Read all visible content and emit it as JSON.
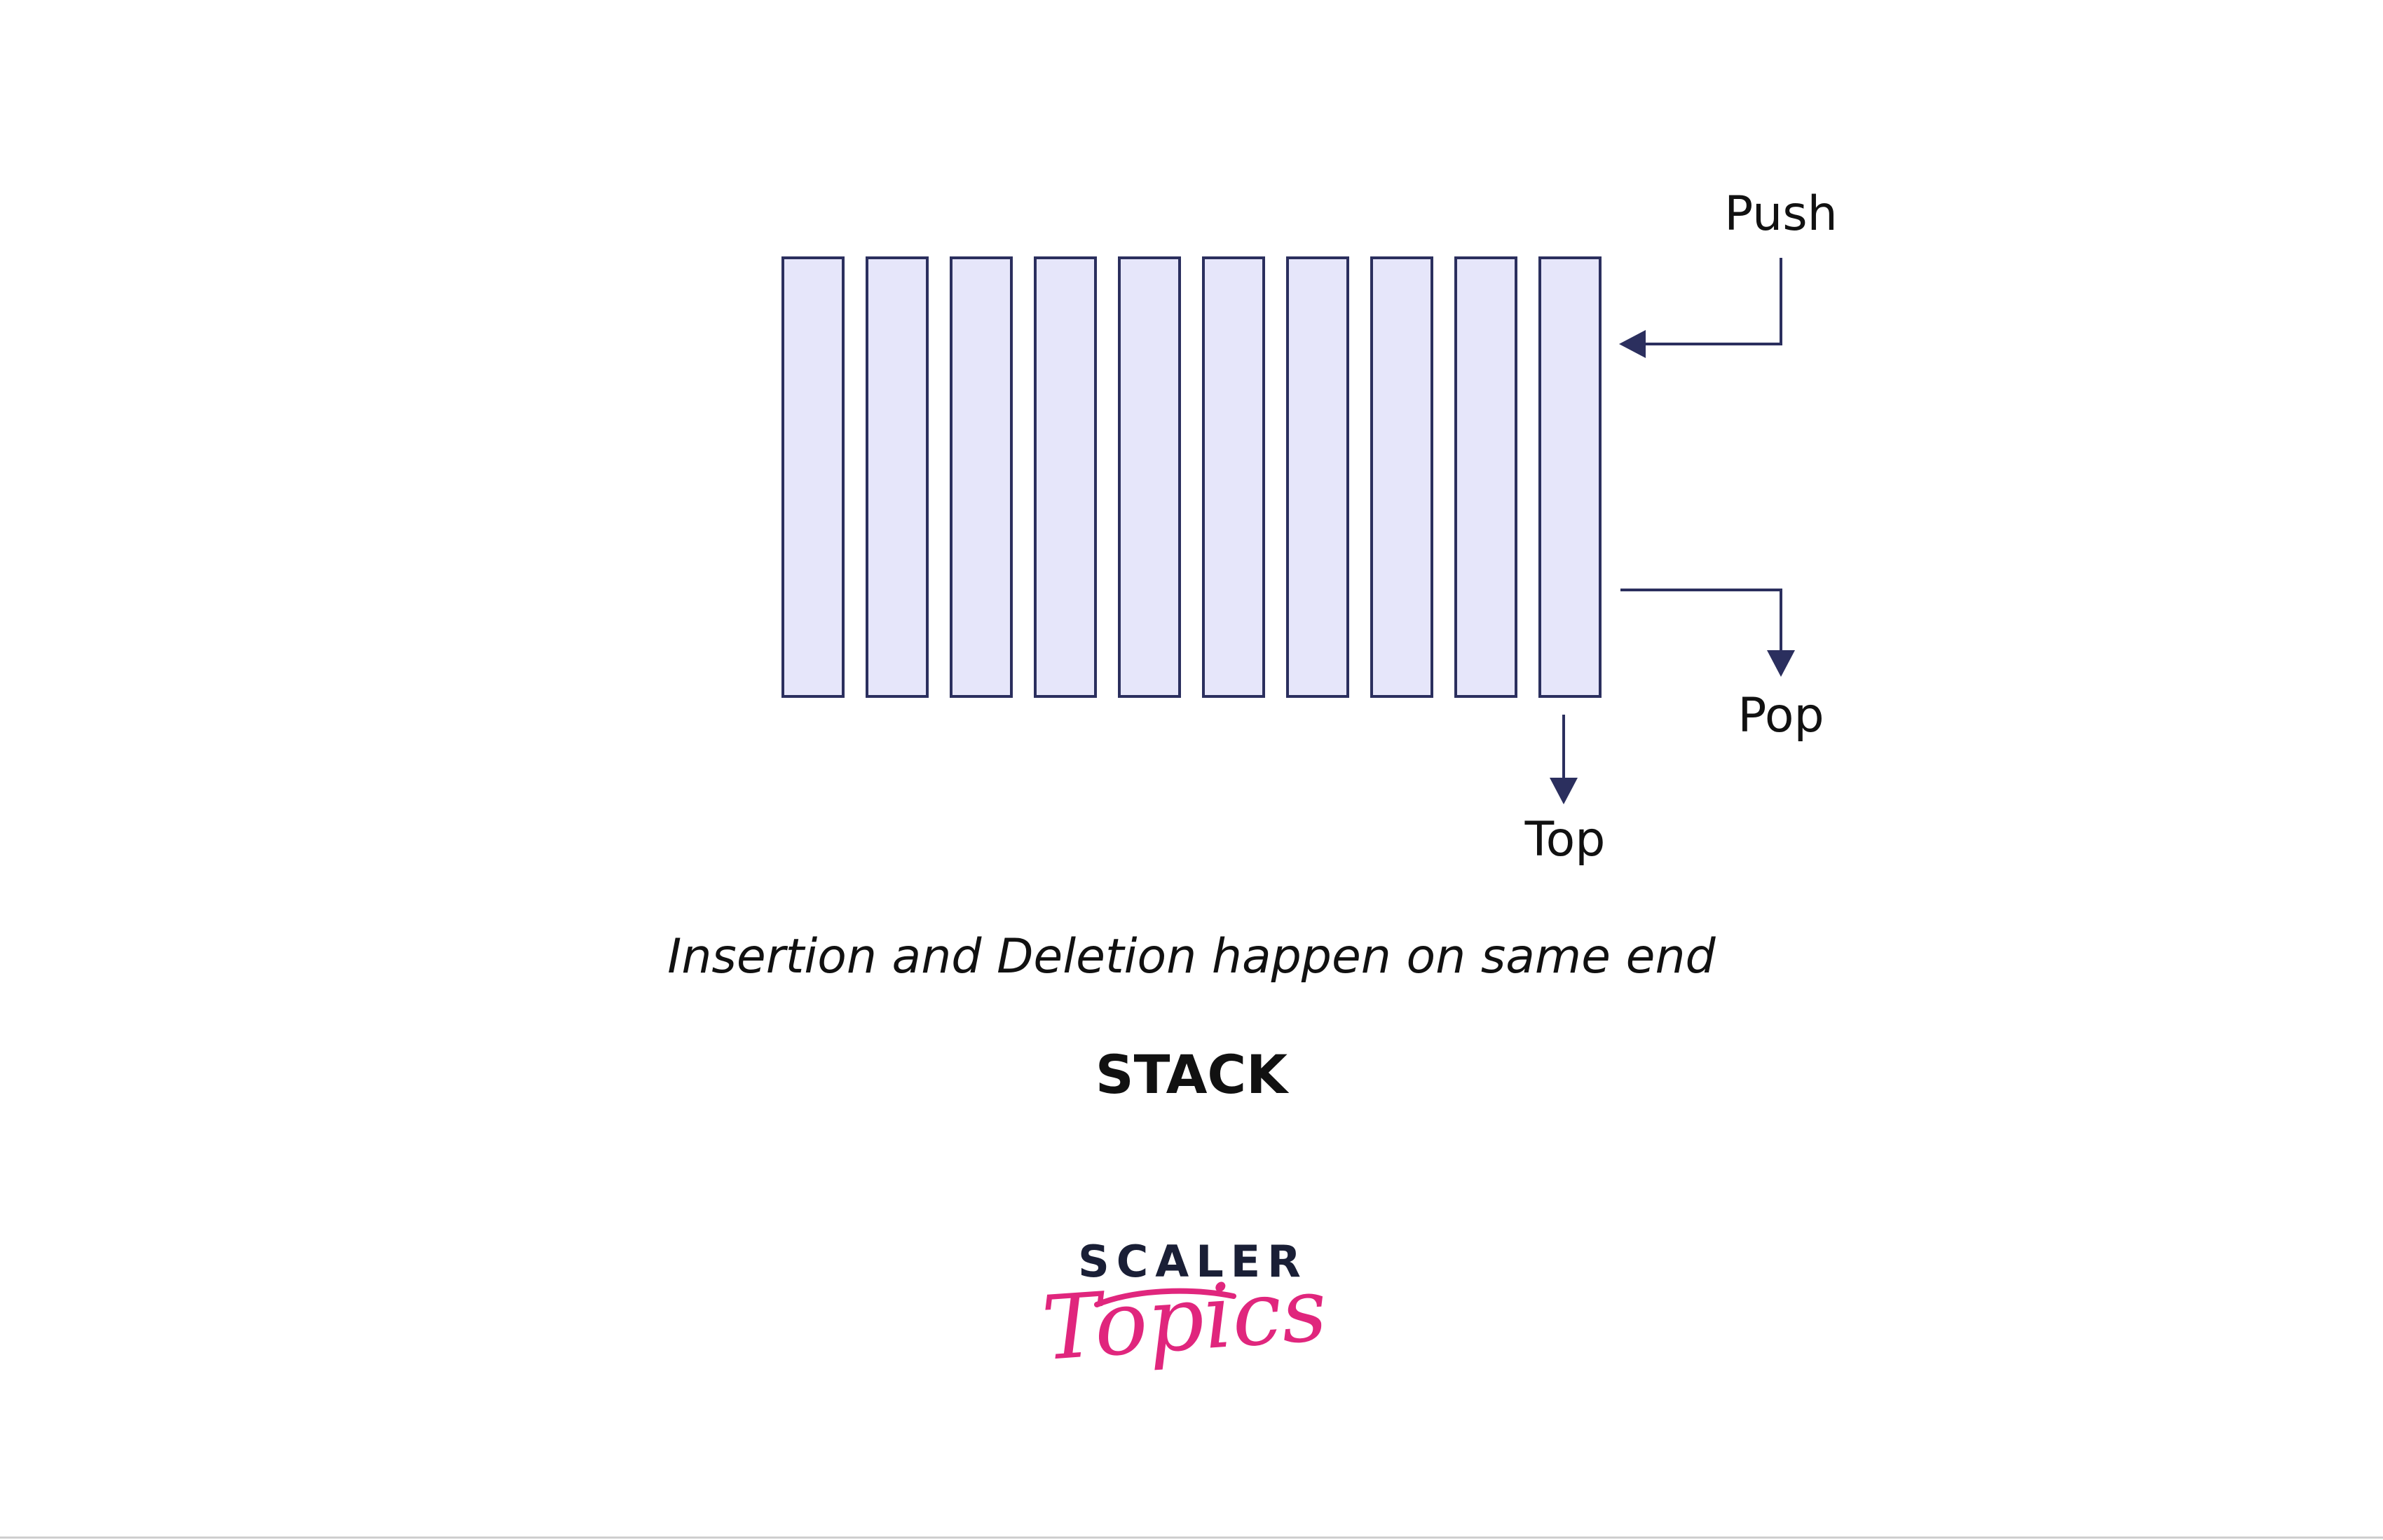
{
  "diagram": {
    "stack_cells": 10,
    "cell_fill": "#e6e6fa",
    "cell_stroke": "#2b2f5e",
    "arrow_color": "#2b2f5e",
    "labels": {
      "push": "Push",
      "pop": "Pop",
      "top": "Top"
    },
    "caption": "Insertion and Deletion happen on same end",
    "title": "STACK"
  },
  "logo": {
    "word": "SCALER",
    "script": "Topics",
    "word_color": "#1a1f36",
    "script_color": "#e0267d"
  }
}
